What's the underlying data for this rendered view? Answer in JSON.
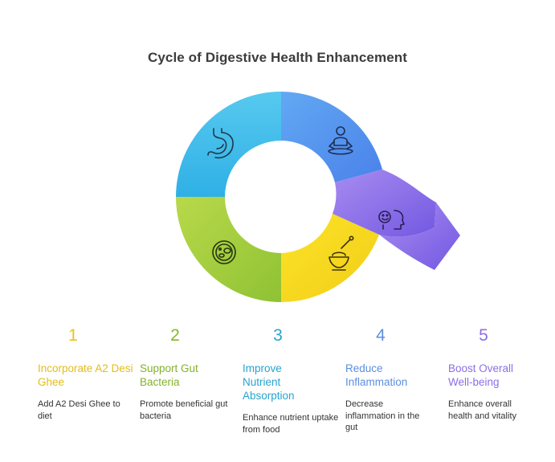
{
  "title": "Cycle of Digestive Health Enhancement",
  "colors": {
    "step1": "#e8c21e",
    "step2": "#86b82a",
    "step3": "#27a4cf",
    "step4": "#5b8fe0",
    "step5": "#8c6fe6"
  },
  "segments": [
    {
      "icon": "stomach-icon",
      "color": "#3db8e8"
    },
    {
      "icon": "meditation-icon",
      "color": "#5a90ee"
    },
    {
      "icon": "happy-face-icon",
      "color": "#8b72ea"
    },
    {
      "icon": "honey-bowl-icon",
      "color": "#f6d91c"
    },
    {
      "icon": "bacteria-dish-icon",
      "color": "#a3cc3a"
    }
  ],
  "steps": [
    {
      "number": "1",
      "heading": "Incorporate A2 Desi Ghee",
      "description": "Add A2 Desi Ghee to diet"
    },
    {
      "number": "2",
      "heading": "Support Gut Bacteria",
      "description": "Promote beneficial gut bacteria"
    },
    {
      "number": "3",
      "heading": "Improve Nutrient Absorption",
      "description": "Enhance nutrient uptake from food"
    },
    {
      "number": "4",
      "heading": "Reduce Inflammation",
      "description": "Decrease inflammation in the gut"
    },
    {
      "number": "5",
      "heading": "Boost Overall Well-being",
      "description": "Enhance overall health and vitality"
    }
  ]
}
